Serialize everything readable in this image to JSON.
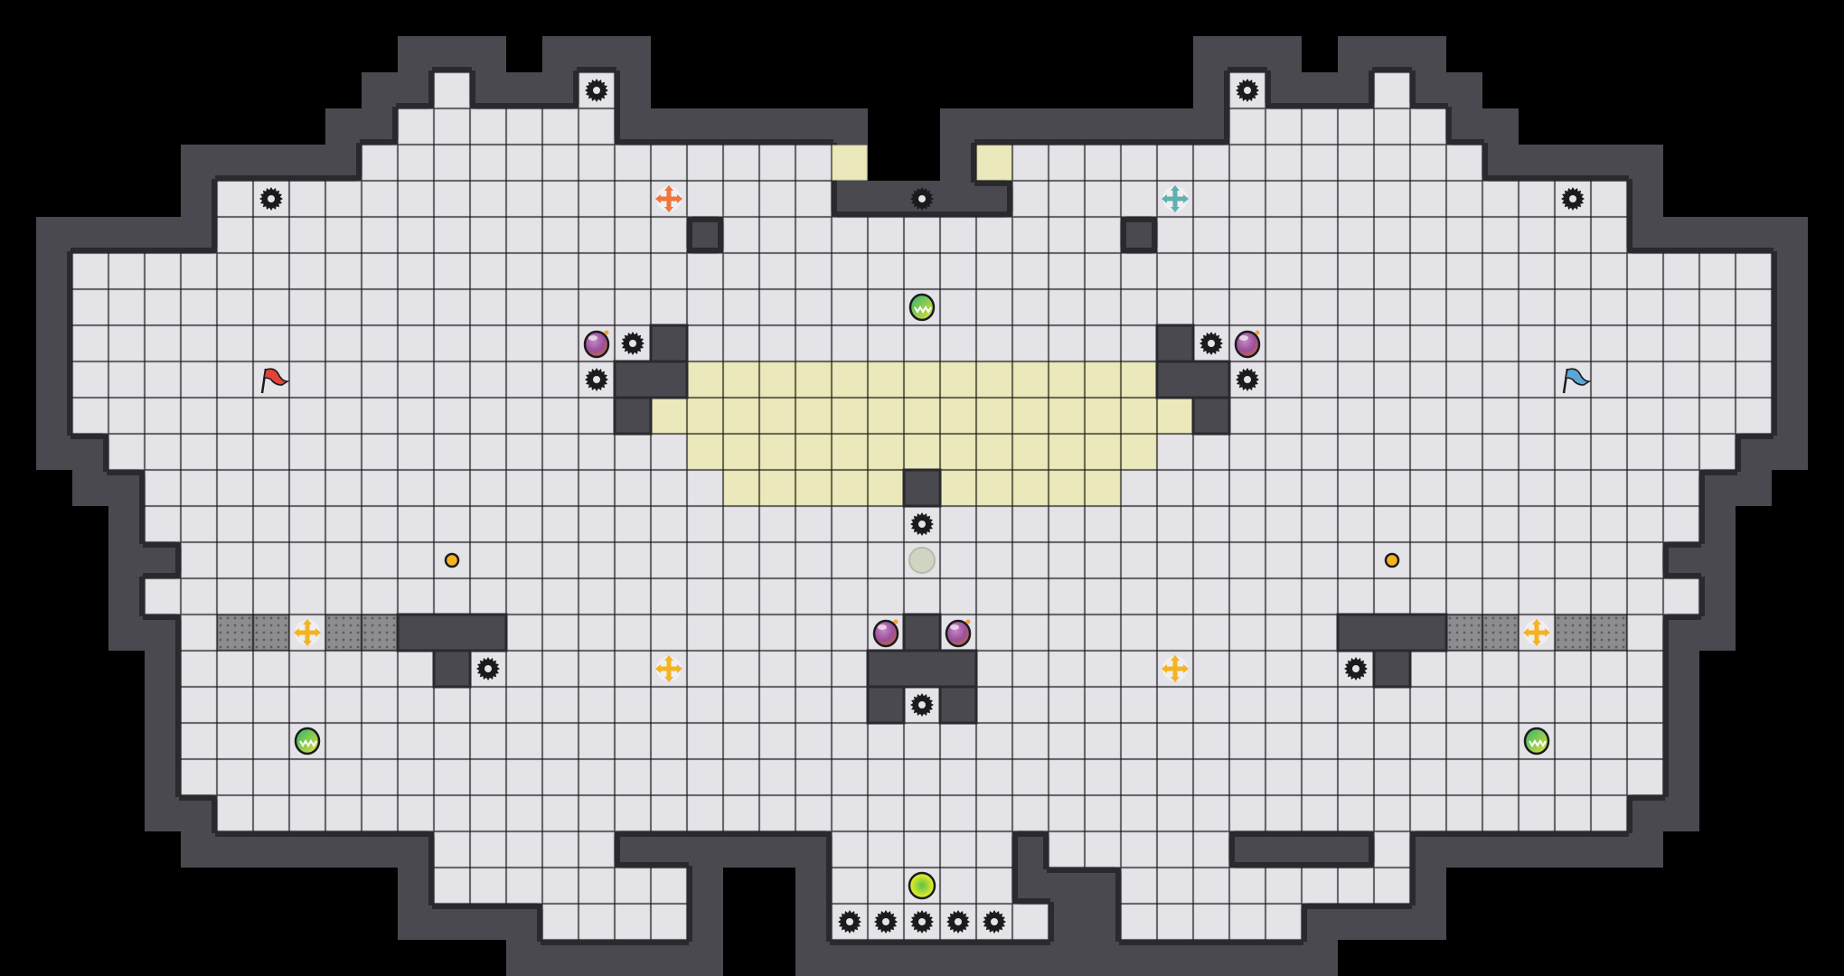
{
  "game": {
    "title": "Arena map",
    "tile": "40",
    "colors": {
      "background": "#000000",
      "floor": "#e4e3e8",
      "floor_line": "#cfced4",
      "wall": "#4a494f",
      "wall_edge": "#2a292e",
      "zone": "#ebe8bb",
      "grate": "#8d8c90",
      "red_team": "#e0433a",
      "blue_team": "#5aa7d6",
      "gear": "#1b1b1d",
      "bomb": "#9a4f9a",
      "powerup": "#f5b323"
    }
  },
  "floor_rows": [
    [],
    [],
    [
      [
        12,
        12
      ],
      [
        16,
        16
      ],
      [
        34,
        34
      ],
      [
        38,
        38
      ]
    ],
    [
      [
        11,
        16
      ],
      [
        34,
        39
      ]
    ],
    [
      [
        10,
        22
      ],
      [
        27,
        40
      ]
    ],
    [
      [
        6,
        22
      ],
      [
        28,
        44
      ]
    ],
    [
      [
        6,
        18
      ],
      [
        20,
        30
      ],
      [
        32,
        44
      ]
    ],
    [
      [
        2,
        48
      ]
    ],
    [
      [
        2,
        48
      ]
    ],
    [
      [
        2,
        48
      ]
    ],
    [
      [
        2,
        48
      ]
    ],
    [
      [
        2,
        48
      ]
    ],
    [
      [
        3,
        47
      ]
    ],
    [
      [
        4,
        46
      ]
    ],
    [
      [
        4,
        46
      ]
    ],
    [
      [
        5,
        45
      ]
    ],
    [
      [
        4,
        46
      ]
    ],
    [
      [
        5,
        45
      ]
    ],
    [
      [
        5,
        45
      ]
    ],
    [
      [
        5,
        45
      ]
    ],
    [
      [
        5,
        45
      ]
    ],
    [
      [
        5,
        45
      ]
    ],
    [
      [
        6,
        44
      ]
    ],
    [
      [
        12,
        16
      ],
      [
        23,
        27
      ],
      [
        29,
        33
      ],
      [
        38,
        38
      ]
    ],
    [
      [
        12,
        18
      ],
      [
        23,
        27
      ],
      [
        31,
        38
      ]
    ],
    [
      [
        15,
        18
      ],
      [
        23,
        28
      ],
      [
        31,
        35
      ]
    ],
    []
  ],
  "zone_tiles": {
    "rows": [
      {
        "row": 4,
        "cols": [
          23,
          27
        ]
      },
      {
        "row": 10,
        "cols_from": 19,
        "cols_to": 31
      },
      {
        "row": 11,
        "cols_from": 18,
        "cols_to": 32
      },
      {
        "row": 12,
        "cols_from": 19,
        "cols_to": 31
      },
      {
        "row": 13,
        "cols_from": 20,
        "cols_to": 30
      }
    ]
  },
  "objects": [
    {
      "type": "gear",
      "name": "spike-trap",
      "col": 16,
      "row": 2
    },
    {
      "type": "gear",
      "name": "spike-trap",
      "col": 34,
      "row": 2
    },
    {
      "type": "gear",
      "name": "spike-trap",
      "col": 25,
      "row": 5
    },
    {
      "type": "gear",
      "name": "spike-trap",
      "col": 7,
      "row": 5
    },
    {
      "type": "gear",
      "name": "spike-trap",
      "col": 43,
      "row": 5
    },
    {
      "type": "gear",
      "name": "spike-trap",
      "col": 17,
      "row": 9
    },
    {
      "type": "gear",
      "name": "spike-trap",
      "col": 16,
      "row": 10
    },
    {
      "type": "gear",
      "name": "spike-trap",
      "col": 33,
      "row": 9
    },
    {
      "type": "gear",
      "name": "spike-trap",
      "col": 34,
      "row": 10
    },
    {
      "type": "gear",
      "name": "spike-trap",
      "col": 25,
      "row": 14
    },
    {
      "type": "gear",
      "name": "spike-trap",
      "col": 13,
      "row": 18
    },
    {
      "type": "gear",
      "name": "spike-trap",
      "col": 37,
      "row": 18
    },
    {
      "type": "gear",
      "name": "spike-trap",
      "col": 25,
      "row": 19
    },
    {
      "type": "gear",
      "name": "spike-trap",
      "col": 23,
      "row": 25
    },
    {
      "type": "gear",
      "name": "spike-trap",
      "col": 24,
      "row": 25
    },
    {
      "type": "gear",
      "name": "spike-trap",
      "col": 25,
      "row": 25
    },
    {
      "type": "gear",
      "name": "spike-trap",
      "col": 26,
      "row": 25
    },
    {
      "type": "gear",
      "name": "spike-trap",
      "col": 27,
      "row": 25
    },
    {
      "type": "bomb",
      "name": "bomb-pickup",
      "col": 16,
      "row": 9
    },
    {
      "type": "bomb",
      "name": "bomb-pickup",
      "col": 34,
      "row": 9
    },
    {
      "type": "bomb",
      "name": "bomb-pickup",
      "col": 24,
      "row": 17
    },
    {
      "type": "bomb",
      "name": "bomb-pickup",
      "col": 26,
      "row": 17
    },
    {
      "type": "flag",
      "name": "red-flag",
      "col": 7,
      "row": 10,
      "team": "red"
    },
    {
      "type": "flag",
      "name": "blue-flag",
      "col": 43,
      "row": 10,
      "team": "blue"
    },
    {
      "type": "cross",
      "name": "red-spawn-marker",
      "col": 18,
      "row": 5,
      "color": "#f0763a"
    },
    {
      "type": "cross",
      "name": "blue-spawn-marker",
      "col": 32,
      "row": 5,
      "color": "#5fb1b0"
    },
    {
      "type": "cross",
      "name": "yellow-boost-marker",
      "col": 8,
      "row": 17,
      "color": "#f5b323"
    },
    {
      "type": "cross",
      "name": "yellow-boost-marker",
      "col": 18,
      "row": 18,
      "color": "#f5b323"
    },
    {
      "type": "cross",
      "name": "yellow-boost-marker",
      "col": 32,
      "row": 18,
      "color": "#f5b323"
    },
    {
      "type": "cross",
      "name": "yellow-boost-marker",
      "col": 42,
      "row": 17,
      "color": "#f5b323"
    },
    {
      "type": "powerup",
      "name": "speed-powerup",
      "col": 25,
      "row": 8
    },
    {
      "type": "powerup",
      "name": "speed-powerup",
      "col": 8,
      "row": 20
    },
    {
      "type": "powerup",
      "name": "speed-powerup",
      "col": 42,
      "row": 20
    },
    {
      "type": "dot",
      "name": "score-dot",
      "col": 12,
      "row": 15
    },
    {
      "type": "dot",
      "name": "score-dot",
      "col": 38,
      "row": 15
    },
    {
      "type": "ghost",
      "name": "inactive-portal",
      "col": 25,
      "row": 15
    },
    {
      "type": "orb",
      "name": "neutral-orb",
      "col": 25,
      "row": 24
    }
  ],
  "grates": [
    {
      "col": 6,
      "row": 17
    },
    {
      "col": 7,
      "row": 17
    },
    {
      "col": 9,
      "row": 17
    },
    {
      "col": 10,
      "row": 17
    },
    {
      "col": 40,
      "row": 17
    },
    {
      "col": 41,
      "row": 17
    },
    {
      "col": 43,
      "row": 17
    },
    {
      "col": 44,
      "row": 17
    }
  ],
  "blocks": [
    {
      "col": 25,
      "row": 13
    },
    {
      "cols": [
        11,
        13
      ],
      "row": 17
    },
    {
      "cols": [
        12,
        12
      ],
      "row": 18
    },
    {
      "cols": [
        37,
        39
      ],
      "row": 17
    },
    {
      "cols": [
        38,
        38
      ],
      "row": 18
    },
    {
      "cols": [
        25,
        25
      ],
      "row": 17
    },
    {
      "cols": [
        24,
        26
      ],
      "row": 18
    },
    {
      "cols": [
        24,
        24
      ],
      "row": 19
    },
    {
      "cols": [
        26,
        26
      ],
      "row": 19
    },
    {
      "cols": [
        18,
        18
      ],
      "row": 9
    },
    {
      "cols": [
        17,
        18
      ],
      "row": 10
    },
    {
      "cols": [
        17,
        17
      ],
      "row": 11
    },
    {
      "cols": [
        32,
        32
      ],
      "row": 9
    },
    {
      "cols": [
        32,
        33
      ],
      "row": 10
    },
    {
      "cols": [
        33,
        33
      ],
      "row": 11
    }
  ]
}
